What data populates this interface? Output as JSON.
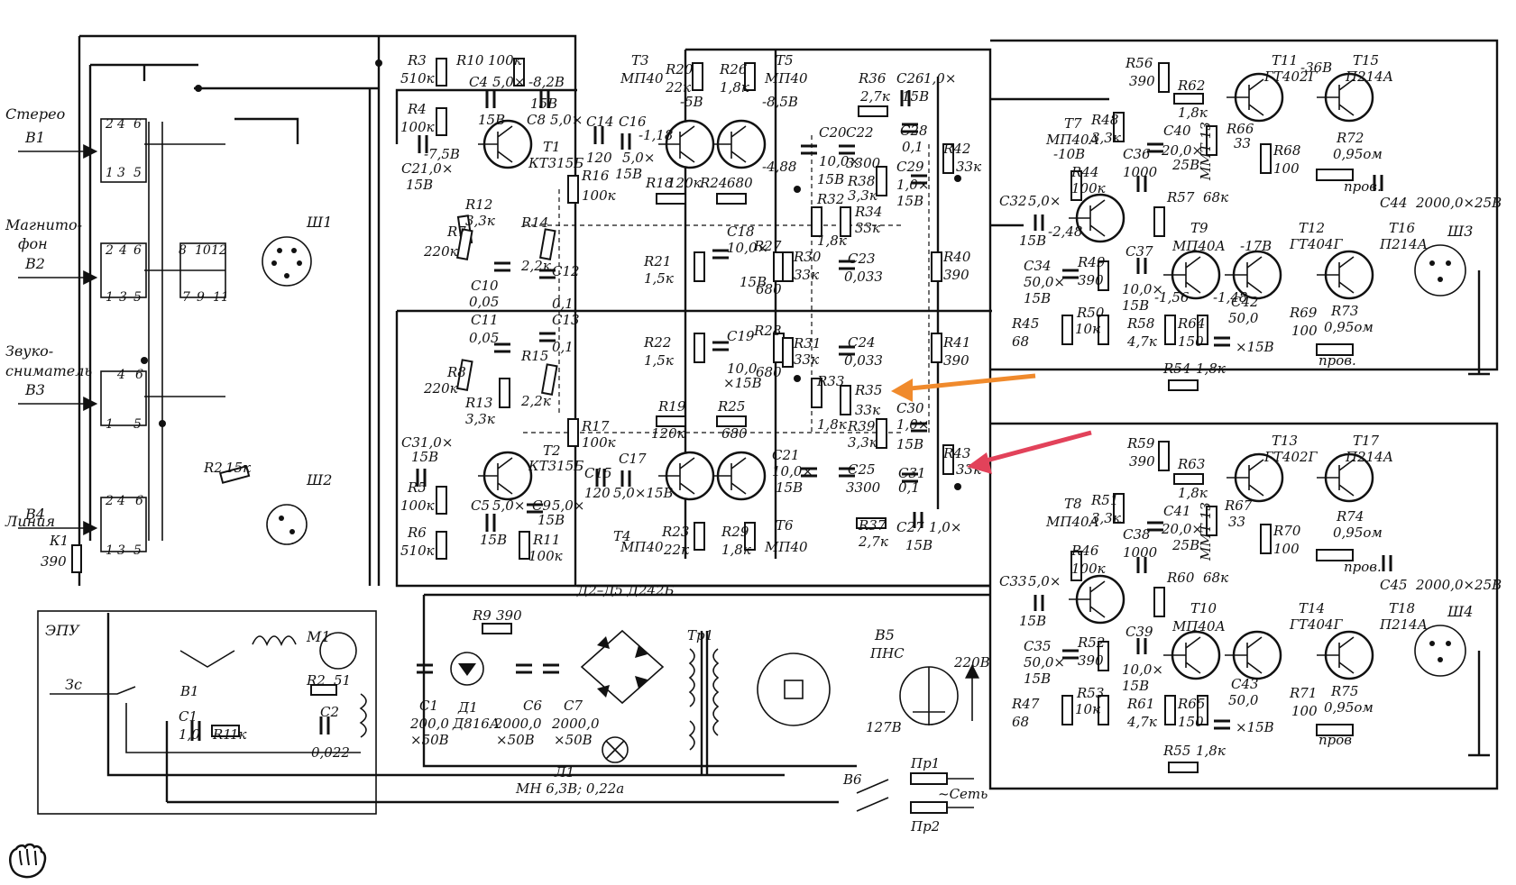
{
  "inputs": {
    "stereo": {
      "title": "Стерео",
      "code": "В1"
    },
    "tape": {
      "title_l1": "Магнито-",
      "title_l2": "фон",
      "code": "В2"
    },
    "pickup": {
      "title_l1": "Звуко-",
      "title_l2": "сниматель",
      "code": "В3"
    },
    "line": {
      "title": "Линия",
      "code": "В4"
    }
  },
  "switch_nums": {
    "n1": "1",
    "n2": "2",
    "n3": "3",
    "n4": "4",
    "n5": "5",
    "n6": "6",
    "n7": "7",
    "n8": "8",
    "n9": "9",
    "n10": "10",
    "n11": "11",
    "n12": "12"
  },
  "connectors": {
    "sh1": "Ш1",
    "sh2": "Ш2",
    "sh3": "Ш3",
    "sh4": "Ш4"
  },
  "epu": {
    "title": "ЭПУ",
    "zc": "Зс",
    "b1": "В1",
    "m1": "М1",
    "r2": "R2",
    "r2v": "51",
    "c1": "С1",
    "c1v": "1,0",
    "r1": "R1",
    "r1v": "1к",
    "c2": "С2",
    "c2v": "0,022"
  },
  "k1": {
    "name": "К1",
    "value": "390"
  },
  "r2_in": {
    "name": "R2",
    "value": "15к"
  },
  "preamp": {
    "r3": "R3",
    "r3v": "510к",
    "r10": "R10",
    "r10v": "100к",
    "r4": "R4",
    "r4v": "100к",
    "v750": "-7,5В",
    "c2": "С2",
    "c2v": "1,0×",
    "c2u": "15В",
    "c4": "С4",
    "c4v": "5,0×",
    "c4u": "15В",
    "c8": "С8",
    "c8v": "5,0×",
    "c8u": "15В",
    "v82": "-8,2В",
    "t1": "Т1",
    "t1t": "КТ315Б",
    "r12": "R12",
    "r12v": "3,3к",
    "r7": "R7",
    "r7v": "220к",
    "r14": "R14",
    "r14v": "2,2к",
    "c10": "С10",
    "c10v": "0,05",
    "c12": "С12",
    "c12v": "0,1",
    "c11": "С11",
    "c11v": "0,05",
    "c13": "С13",
    "c13v": "0,1",
    "r8": "R8",
    "r8v": "220к",
    "r15": "R15",
    "r15v": "2,2к",
    "r13": "R13",
    "r13v": "3,3к",
    "c3": "С3",
    "c3v": "1,0×",
    "c3u": "15В",
    "t2": "Т2",
    "t2t": "КТ315Б",
    "r5": "R5",
    "r5v": "100к",
    "r6": "R6",
    "r6v": "510к",
    "c5": "С5",
    "c5v": "5,0×",
    "c5u": "15В",
    "c9": "С9",
    "c9v": "5,0×",
    "c9u": "15В",
    "r11": "R11",
    "r11v": "100к",
    "r16": "R16",
    "r16v": "100к",
    "r17": "R17",
    "r17v": "100к"
  },
  "tone": {
    "c14": "С14",
    "c14v": "120",
    "c16": "С16",
    "c16v": "5,0×",
    "c16u": "15В",
    "v118": "-1,18",
    "t3": "Т3",
    "t3t": "МП40",
    "r20": "R20",
    "r20v": "22к",
    "v56": "-5В",
    "r26": "R26",
    "r26v": "1,8к",
    "t5": "Т5",
    "t5t": "МП40",
    "v858": "-8,5В",
    "v488": "-4,88",
    "r18": "R18",
    "r18v": "120к",
    "r24": "R24",
    "r24v": "680",
    "c18": "С18",
    "c18v": "10,0×",
    "c18u": "15В",
    "r21": "R21",
    "r21v": "1,5к",
    "r27": "R27",
    "r27v": "680",
    "r22": "R22",
    "r22v": "1,5к",
    "c19": "С19",
    "c19v": "10,0",
    "c19u": "×15В",
    "r28": "R28",
    "r28v": "680",
    "r19": "R19",
    "r19v": "120к",
    "r25": "R25",
    "r25v": "680",
    "c15": "С15",
    "c15v": "120",
    "c17": "С17",
    "c17v": "5,0×15В",
    "t4": "Т4",
    "t4t": "МП40",
    "r23": "R23",
    "r23v": "22к",
    "r29": "R29",
    "r29v": "1,8к",
    "t6": "Т6",
    "t6t": "МП40",
    "r36": "R36",
    "r36v": "2,7к",
    "c26": "С26",
    "c26v": "1,0×",
    "c26u": "15В",
    "c20": "С20",
    "c20v": "10,0×",
    "c20u": "15В",
    "c22": "С22",
    "c22v": "3300",
    "c28": "С28",
    "c28v": "0,1",
    "r42": "R42",
    "r42v": "33к",
    "r38": "R38",
    "r38v": "3,3к",
    "c29": "С29",
    "c29v": "1,0×",
    "c29u": "15В",
    "r32": "R32",
    "r32v": "1,8к",
    "r34": "R34",
    "r34v": "33к",
    "r30": "R30",
    "r30v": "33к",
    "c23": "С23",
    "c23v": "0,033",
    "r40": "R40",
    "r40v": "390",
    "r31": "R31",
    "r31v": "33к",
    "c24": "С24",
    "c24v": "0,033",
    "r41": "R41",
    "r41v": "390",
    "r33": "R33",
    "r33v": "1,8к",
    "r35": "R35",
    "r35v": "33к",
    "r39": "R39",
    "r39v": "3,3к",
    "c30": "С30",
    "c30v": "1,0×",
    "c30u": "15В",
    "r43": "R43",
    "r43v": "33к",
    "c21": "С21",
    "c21v": "10,0×",
    "c21u": "15В",
    "c25": "С25",
    "c25v": "3300",
    "c31": "С31",
    "c31v": "0,1",
    "c27": "С27",
    "c27v": "1,0×",
    "c27u": "15В",
    "r37": "R37",
    "r37v": "2,7к"
  },
  "power": {
    "d2d5": "Д2–Д5 Д242Б",
    "r9": "R9",
    "r9v": "390",
    "d1": "Д1",
    "d1t": "Д816А",
    "c1": "С1",
    "c1v": "200,0",
    "c1u": "×50В",
    "c6": "С6",
    "c6v": "2000,0",
    "c6u": "×50В",
    "c7": "С7",
    "c7v": "2000,0",
    "c7u": "×50В",
    "tr1": "Тр1",
    "l1": "Л1",
    "l1t": "МН 6,3В; 0,22а",
    "b5": "В5",
    "b5t": "ПНС",
    "v220": "220В",
    "v127": "127В",
    "b6": "В6",
    "pr1": "Пр1",
    "pr2": "Пр2",
    "net": "~Сеть"
  },
  "amp_top": {
    "r56": "R56",
    "r56v": "390",
    "t11": "Т11",
    "t11t": "ГТ402Г",
    "t15": "Т15",
    "t15t": "П214А",
    "v36": "-36В",
    "r62": "R62",
    "r62v": "1,8к",
    "r48": "R48",
    "r48v": "3,3к",
    "c40": "С40",
    "c40v": "20,0×",
    "c40u": "25В",
    "r66": "R66",
    "r66v": "33",
    "mmt": "ММТ-13",
    "r68": "R68",
    "r68v": "100",
    "t7": "Т7",
    "t7t": "МП40А",
    "v108": "-10В",
    "r72": "R72",
    "r72v": "0,95ом",
    "c36": "С36",
    "c36v": "1000",
    "prov": "пров.",
    "r44": "R44",
    "r44v": "100к",
    "r57": "R57",
    "r57v": "68к",
    "c44": "С44",
    "c44v": "2000,0×25В",
    "c32": "С32",
    "c32v": "5,0×",
    "c32u": "15В",
    "v248": "-2,48",
    "t9": "Т9",
    "t9t": "МП40А",
    "v178": "-17В",
    "t12": "Т12",
    "t12t": "ГТ404Г",
    "t16": "Т16",
    "t16t": "П214А",
    "c34": "С34",
    "c34v": "50,0×",
    "c34u": "15В",
    "r49": "R49",
    "r49v": "390",
    "c37": "С37",
    "c37v": "10,0×",
    "c37u": "15В",
    "v156": "-1,56",
    "v148": "-1,48",
    "c42": "С42",
    "c42v": "50,0",
    "c42u": "×15В",
    "r69": "R69",
    "r69v": "100",
    "r73": "R73",
    "r73v": "0,95ом",
    "r45": "R45",
    "r45v": "68",
    "r50": "R50",
    "r50v": "10к",
    "r58": "R58",
    "r58v": "4,7к",
    "r64": "R64",
    "r64v": "150",
    "r54": "R54",
    "r54v": "1,8к"
  },
  "amp_bot": {
    "r59": "R59",
    "r59v": "390",
    "t13": "Т13",
    "t13t": "ГТ402Г",
    "t17": "Т17",
    "t17t": "П214А",
    "r63": "R63",
    "r63v": "1,8к",
    "r51": "R51",
    "r51v": "3,3к",
    "c41": "С41",
    "c41v": "20,0×",
    "c41u": "25В",
    "r67": "R67",
    "r67v": "33",
    "mmt": "ММТ-13",
    "r70": "R70",
    "r70v": "100",
    "t8": "Т8",
    "t8t": "МП40А",
    "c38": "С38",
    "c38v": "1000",
    "r74": "R74",
    "r74v": "0,95ом",
    "prov": "пров.",
    "r46": "R46",
    "r46v": "100к",
    "r60": "R60",
    "r60v": "68к",
    "c45": "С45",
    "c45v": "2000,0×25В",
    "c33": "С33",
    "c33v": "5,0×",
    "c33u": "15В",
    "t10": "Т10",
    "t10t": "МП40А",
    "t14": "Т14",
    "t14t": "ГТ404Г",
    "t18": "Т18",
    "t18t": "П214А",
    "c35": "С35",
    "c35v": "50,0×",
    "c35u": "15В",
    "r52": "R52",
    "r52v": "390",
    "c39": "С39",
    "c39v": "10,0×",
    "c39u": "15В",
    "c43": "С43",
    "c43v": "50,0",
    "c43u": "×15В",
    "r71": "R71",
    "r71v": "100",
    "r75": "R75",
    "r75v": "0,95ом",
    "prov2": "пров",
    "r47": "R47",
    "r47v": "68",
    "r53": "R53",
    "r53v": "10к",
    "r61": "R61",
    "r61v": "4,7к",
    "r65": "R65",
    "r65v": "150",
    "r55": "R55",
    "r55v": "1,8к"
  },
  "colors": {
    "ink": "#111111",
    "arrow_orange": "#f08a2c",
    "arrow_red": "#e2425a",
    "background": "#ffffff"
  },
  "icons": [
    "pointer-hand-icon",
    "arrow-orange-icon",
    "arrow-red-icon"
  ]
}
